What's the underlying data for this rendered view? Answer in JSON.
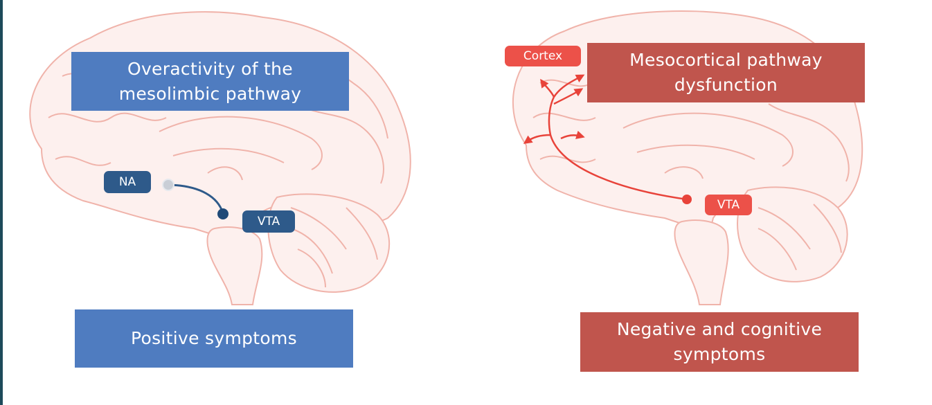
{
  "left_panel": {
    "title": "Overactivity of the\nmesolimbic pathway",
    "result": "Positive symptoms",
    "labels": {
      "na": "NA",
      "vta": "VTA"
    }
  },
  "right_panel": {
    "title": "Mesocortical pathway\ndysfunction",
    "result": "Negative and cognitive\nsymptoms",
    "labels": {
      "cortex": "Cortex",
      "vta": "VTA"
    }
  },
  "colors": {
    "blue_box": "#4f7cc0",
    "blue_tag": "#2e5a8a",
    "red_box": "#c0554d",
    "red_tag": "#ec5149",
    "brain_fill": "#fdf0ee",
    "brain_stroke": "#f0b3aa"
  }
}
